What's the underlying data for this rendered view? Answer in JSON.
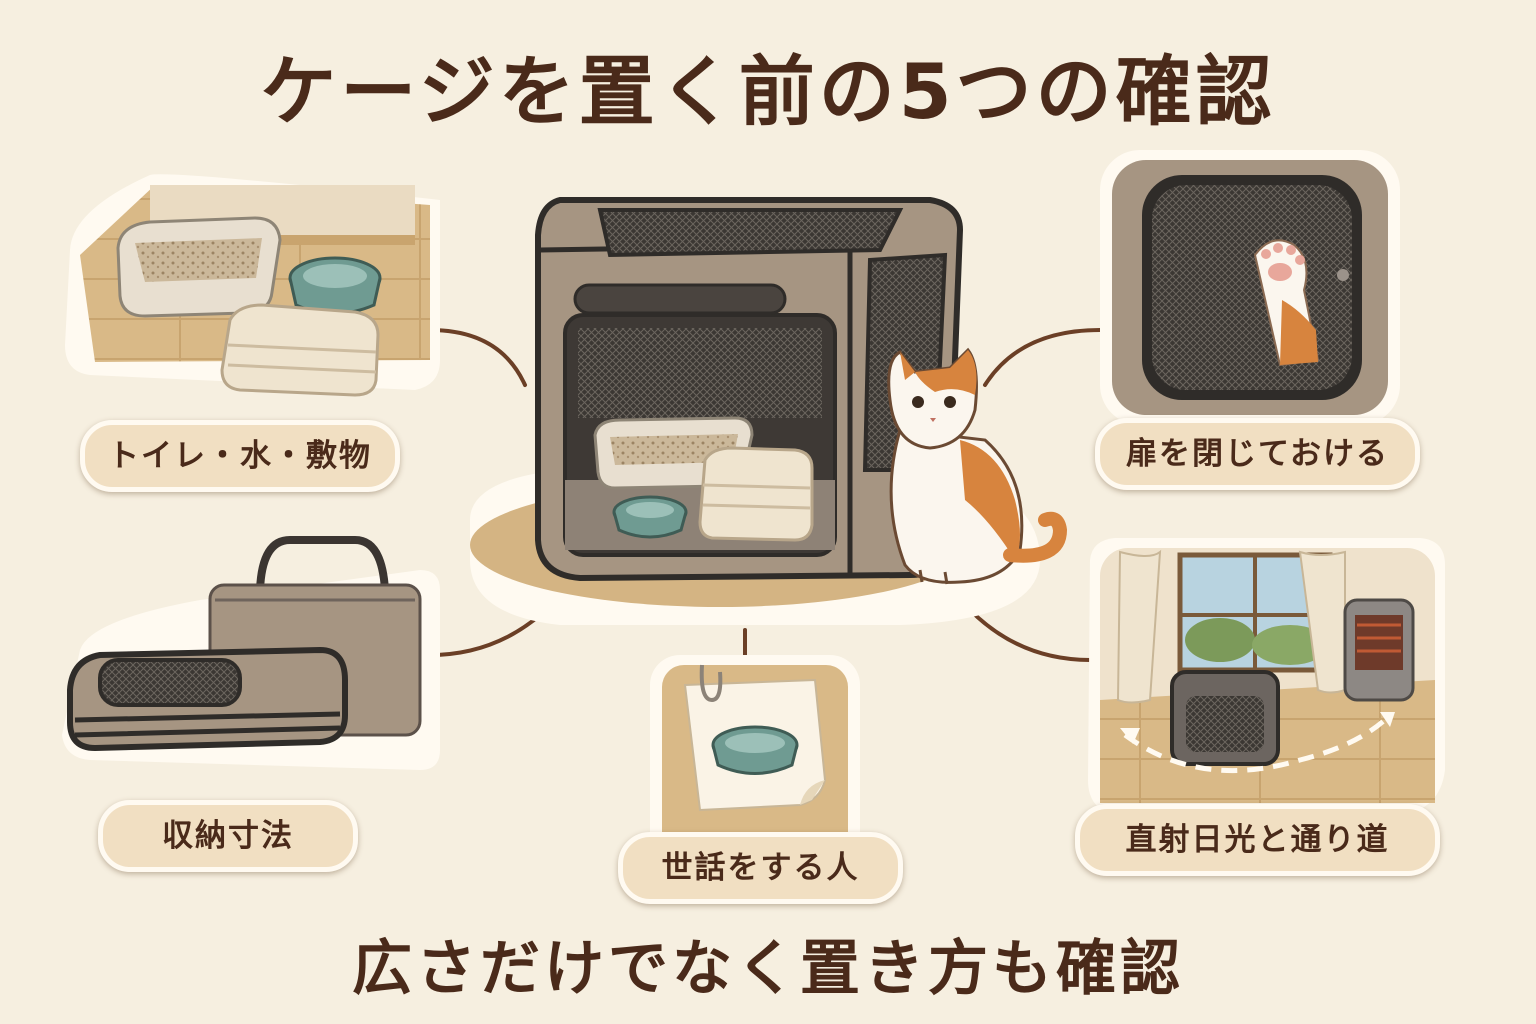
{
  "title": "ケージを置く前の5つの確認",
  "subtitle": "広さだけでなく置き方も確認",
  "checks": [
    {
      "label": "トイレ・水・敷物",
      "illustration": "litter-box-water-bowl-towel"
    },
    {
      "label": "扉を閉じておける",
      "illustration": "closed-mesh-door-cat-paw"
    },
    {
      "label": "収納寸法",
      "illustration": "folded-cage-and-carry-bag"
    },
    {
      "label": "世話をする人",
      "illustration": "memo-note-with-bowl"
    },
    {
      "label": "直射日光と通り道",
      "illustration": "room-window-heater-path"
    }
  ],
  "center": {
    "illustration": "pop-up-cage-with-cat"
  },
  "colors": {
    "background": "#f6efe0",
    "text": "#4a2a1a",
    "connector": "#6b3f26",
    "label_fill": "#f1dfc2",
    "cage_fabric": "#a69582",
    "bowl": "#6f9b92"
  }
}
